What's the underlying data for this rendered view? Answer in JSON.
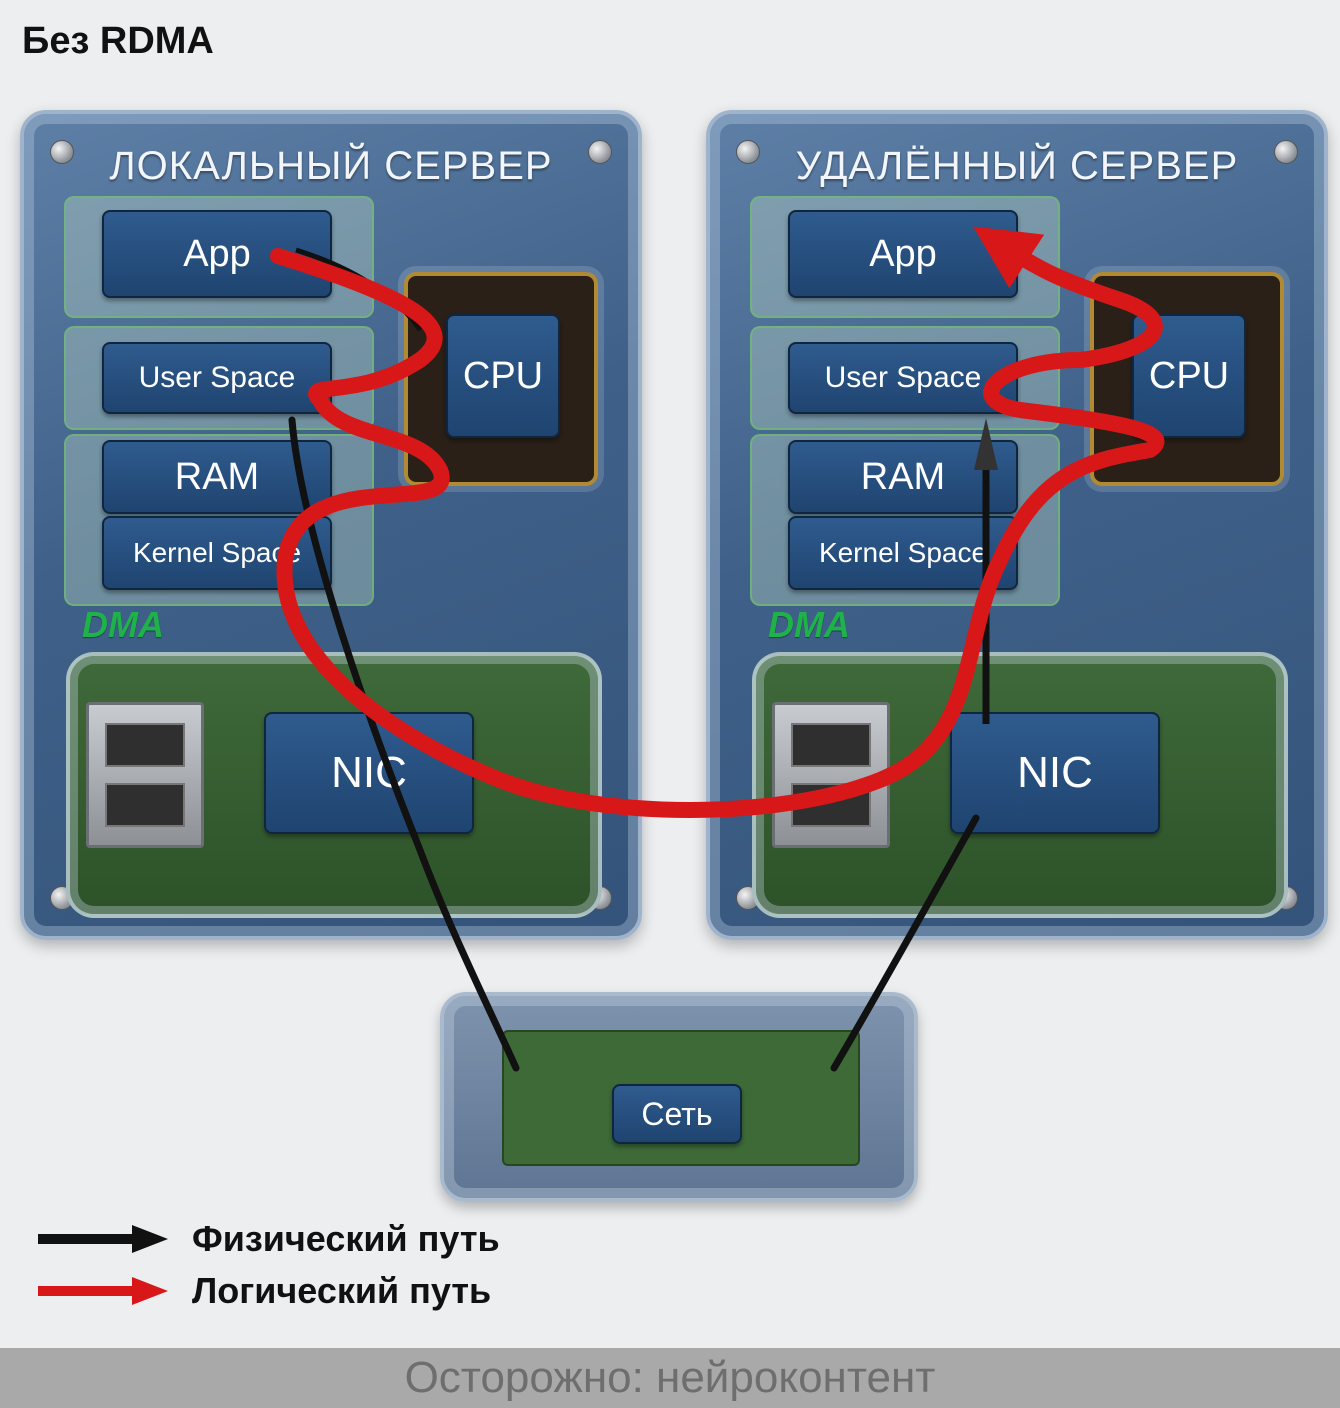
{
  "title": "Без RDMA",
  "servers": [
    {
      "title": "ЛОКАЛЬНЫЙ СЕРВЕР",
      "components": {
        "app": "App",
        "user_space": "User Space",
        "ram": "RAM",
        "kernel_space": "Kernel Space",
        "cpu": "CPU",
        "dma": "DMA",
        "nic": "NIC"
      }
    },
    {
      "title": "УДАЛЁННЫЙ СЕРВЕР",
      "components": {
        "app": "App",
        "user_space": "User Space",
        "ram": "RAM",
        "kernel_space": "Kernel Space",
        "cpu": "CPU",
        "dma": "DMA",
        "nic": "NIC"
      }
    }
  ],
  "network": {
    "label": "Сеть"
  },
  "legend": {
    "physical": {
      "label": "Физический путь",
      "color": "#111111"
    },
    "logical": {
      "label": "Логический путь",
      "color": "#d81818"
    }
  },
  "footer": "Осторожно: нейроконтент"
}
